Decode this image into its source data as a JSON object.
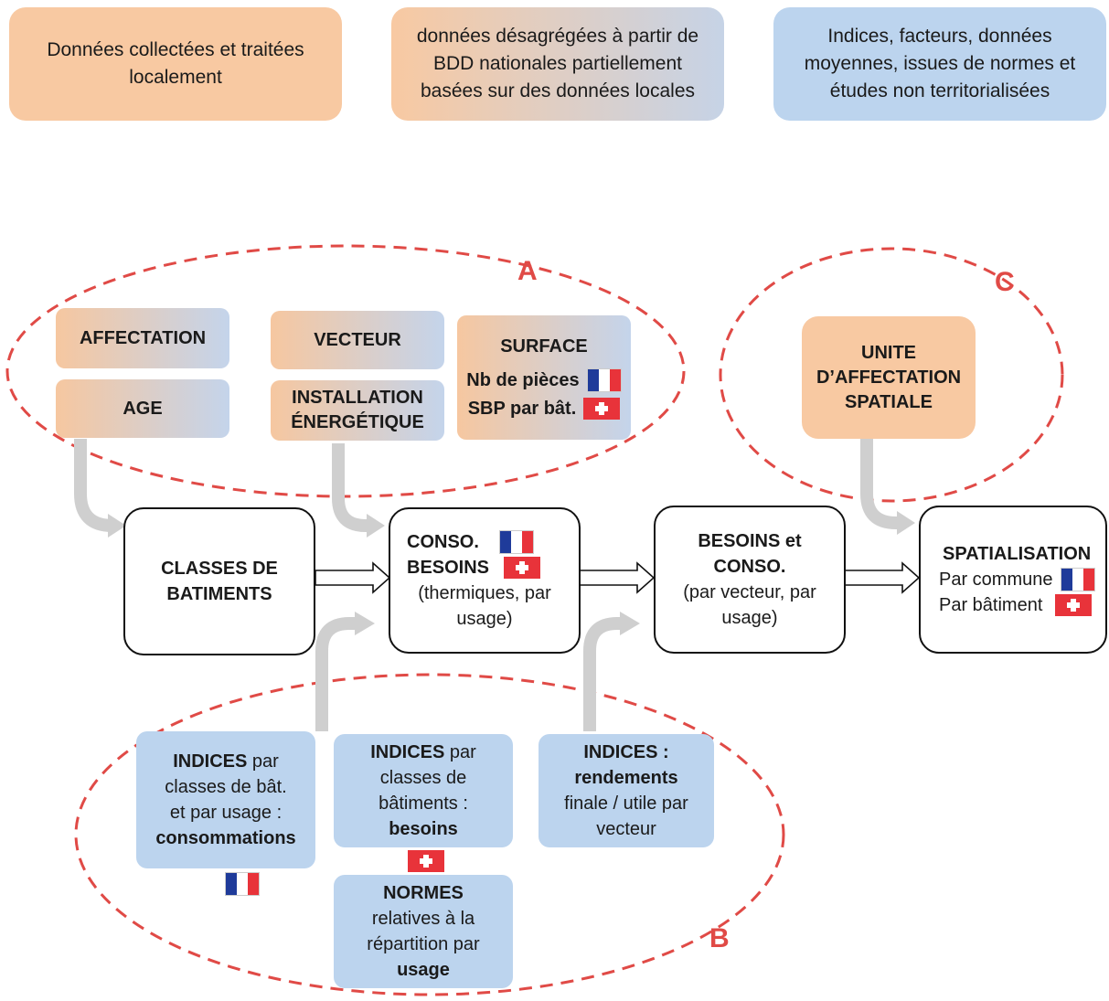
{
  "legend": {
    "local": "Données collectées et traitées localement",
    "national": "données désagrégées à partir de BDD nationales partiellement basées sur des données locales",
    "indices": "Indices, facteurs, données moyennes, issues de normes et études non territorialisées"
  },
  "zones": {
    "a": "A",
    "b": "B",
    "c": "C"
  },
  "inputs": {
    "affectation": "AFFECTATION",
    "age": "AGE",
    "vecteur": "VECTEUR",
    "installation_1": "INSTALLATION",
    "installation_2": "ÉNERGÉTIQUE",
    "surface_title": "SURFACE",
    "surface_fr": "Nb de pièces",
    "surface_ch": "SBP par bât.",
    "unite_1": "UNITE",
    "unite_2": "D’AFFECTATION",
    "unite_3": "SPATIALE"
  },
  "process": {
    "classes_1": "CLASSES DE",
    "classes_2": "BATIMENTS",
    "conso_1": "CONSO.",
    "conso_2": "BESOINS",
    "conso_3": "(thermiques, par",
    "conso_4": "usage)",
    "besoins_1": "BESOINS et",
    "besoins_2": "CONSO.",
    "besoins_3": "(par vecteur, par",
    "besoins_4": "usage)",
    "spatial_title": "SPATIALISATION",
    "spatial_fr": "Par commune",
    "spatial_ch": "Par bâtiment"
  },
  "indices": {
    "conso_b": "INDICES",
    "conso_1": " par",
    "conso_2": "classes de bât.",
    "conso_3": "et par usage :",
    "conso_4": "consommations",
    "besoins_b": "INDICES",
    "besoins_1": " par",
    "besoins_2": "classes de",
    "besoins_3": "bâtiments :",
    "besoins_4": "besoins",
    "rend_1": "INDICES :",
    "rend_2": "rendements",
    "rend_3": "finale / utile par",
    "rend_4": "vecteur",
    "normes_1": "NORMES",
    "normes_2": "relatives à la",
    "normes_3": "répartition par",
    "normes_4": "usage"
  },
  "colors": {
    "orange": "#f8c9a2",
    "blue": "#bcd4ee",
    "dashed_red": "#e04a46",
    "gray_arrow": "#cfcfcf",
    "fr_blue": "#1f3b9a",
    "fr_red": "#e8333a",
    "ch_red": "#e8333a"
  }
}
